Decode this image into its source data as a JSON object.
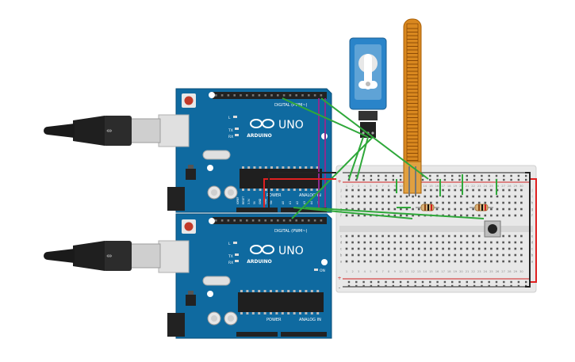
{
  "arduino_top": {
    "brand": "UNO",
    "logo_text": "ARDUINO",
    "digital_label": "DIGITAL (PWM~)",
    "power_label": "POWER",
    "analog_label": "ANALOG IN",
    "aref_label": "AREF",
    "gnd_label": "GND",
    "tx_label": "TX",
    "rx_label": "RX",
    "l_label": "L",
    "pin_numbers": [
      "13",
      "12",
      "~11",
      "~10",
      "~9",
      "8",
      "7",
      "~6",
      "~5",
      "4",
      "~3",
      "2",
      "TX 1",
      "RX 0"
    ],
    "power_pins": [
      "IOREF",
      "RESET",
      "3.3V",
      "5V",
      "GND",
      "GND",
      "Vin"
    ],
    "analog_pins": [
      "A0",
      "A1",
      "A2",
      "A3",
      "A4",
      "A5"
    ]
  },
  "arduino_bottom": {
    "brand": "UNO",
    "logo_text": "ARDUINO",
    "digital_label": "DIGITAL (PWM~)",
    "power_label": "POWER",
    "analog_label": "ANALOG IN",
    "aref_label": "AREF",
    "gnd_label": "GND",
    "tx_label": "TX",
    "rx_label": "RX",
    "l_label": "L",
    "on_label": "ON"
  },
  "breadboard": {
    "column_numbers": [
      "1",
      "2",
      "3",
      "4",
      "5",
      "6",
      "7",
      "8",
      "9",
      "10",
      "11",
      "12",
      "13",
      "14",
      "15",
      "16",
      "17",
      "18",
      "19",
      "20",
      "21",
      "22",
      "23",
      "24",
      "25",
      "26",
      "27",
      "28",
      "29",
      "30"
    ],
    "row_letters_top": [
      "j",
      "i",
      "h",
      "g",
      "f"
    ],
    "row_letters_bottom": [
      "e",
      "d",
      "c",
      "b",
      "a"
    ],
    "rail_plus": "+",
    "rail_minus": "-"
  },
  "colors": {
    "arduino_blue": "#0f6aa0",
    "arduino_dark": "#0a4f7a",
    "wire_green": "#2fa83a",
    "wire_red": "#e02020",
    "wire_black": "#222222",
    "wire_purple": "#8b2c8e",
    "flex_sensor": "#d9881f"
  }
}
